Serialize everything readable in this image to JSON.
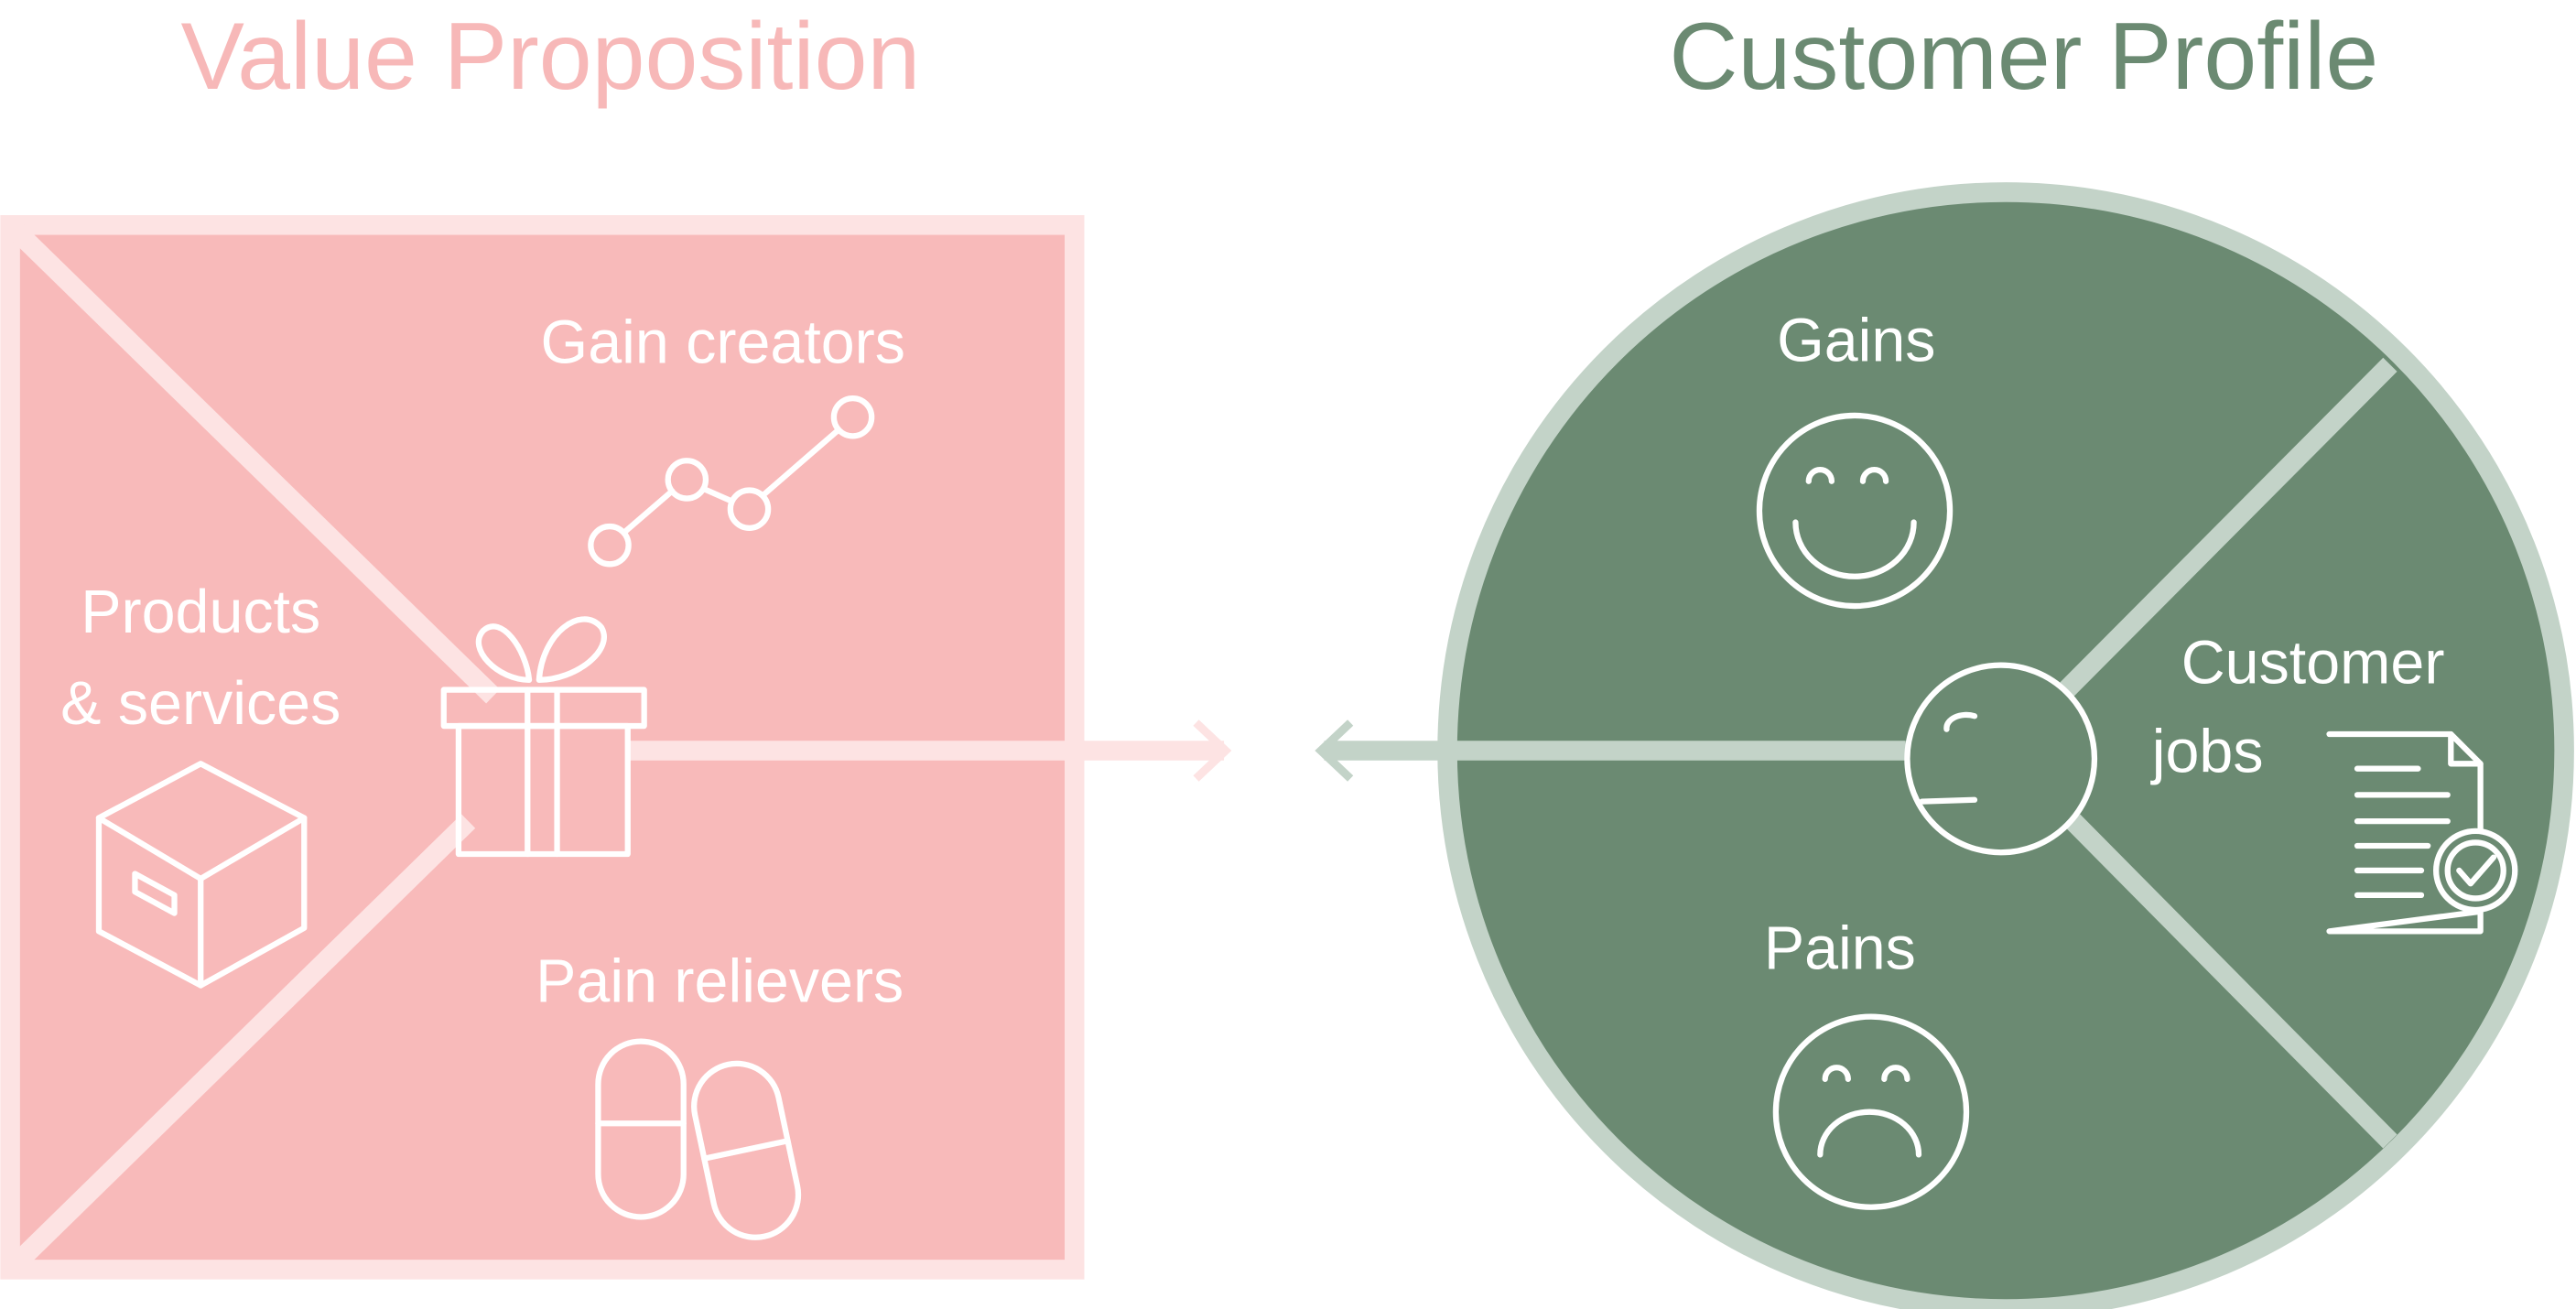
{
  "titles": {
    "value_proposition": "Value Proposition",
    "customer_profile": "Customer Profile"
  },
  "value_proposition": {
    "gain_creators": "Gain creators",
    "products_line1": "Products",
    "products_line2": "& services",
    "pain_relievers": "Pain relievers"
  },
  "customer_profile": {
    "gains": "Gains",
    "jobs_line1": "Customer",
    "jobs_line2": "jobs",
    "pains": "Pains"
  },
  "colors": {
    "vp_fill": "#f8baba",
    "vp_stroke": "#fde3e3",
    "vp_title": "#f7b8b8",
    "cp_fill": "#6b8a72",
    "cp_stroke": "#c3d3c8",
    "cp_title": "#6b8a72"
  },
  "icons": [
    "line-chart-icon",
    "gift-icon",
    "box-icon",
    "pills-icon",
    "smile-icon",
    "frown-icon",
    "face-icon",
    "document-check-icon"
  ]
}
